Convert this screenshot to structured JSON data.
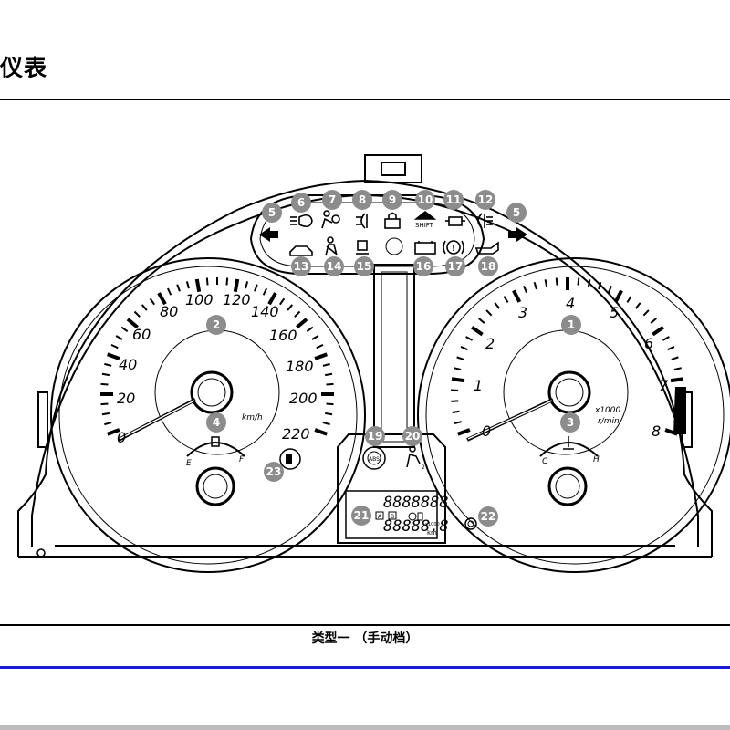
{
  "header": {
    "title": "仪表"
  },
  "caption": "类型一 （手动档）",
  "speedometer": {
    "labels": [
      "0",
      "20",
      "40",
      "60",
      "80",
      "100",
      "120",
      "140",
      "160",
      "180",
      "200",
      "220"
    ],
    "unit": "km/h",
    "fuel": {
      "empty": "E",
      "full": "F"
    }
  },
  "tachometer": {
    "labels": [
      "0",
      "1",
      "2",
      "3",
      "4",
      "5",
      "6",
      "7",
      "8"
    ],
    "unit_line1": "x1000",
    "unit_line2": "r/min",
    "temp": {
      "cold": "C",
      "hot": "H"
    }
  },
  "indicators": {
    "shift": "SHIFT",
    "abs": "ABS",
    "airbag_sub": "2"
  },
  "lcd": {
    "top": "8888888",
    "bottom": "88888.8",
    "unit_km": "km",
    "unit_x1000": "x1000",
    "trip_a": "A",
    "trip_b": "B"
  },
  "callouts": [
    "1",
    "2",
    "3",
    "4",
    "5",
    "5",
    "6",
    "7",
    "8",
    "9",
    "10",
    "11",
    "12",
    "13",
    "14",
    "15",
    "16",
    "17",
    "18",
    "19",
    "20",
    "21",
    "22",
    "23"
  ],
  "colors": {
    "callout": "#8c8c8c",
    "blue_rule": "#1a1ad8",
    "footer": "#bdbdbd"
  }
}
